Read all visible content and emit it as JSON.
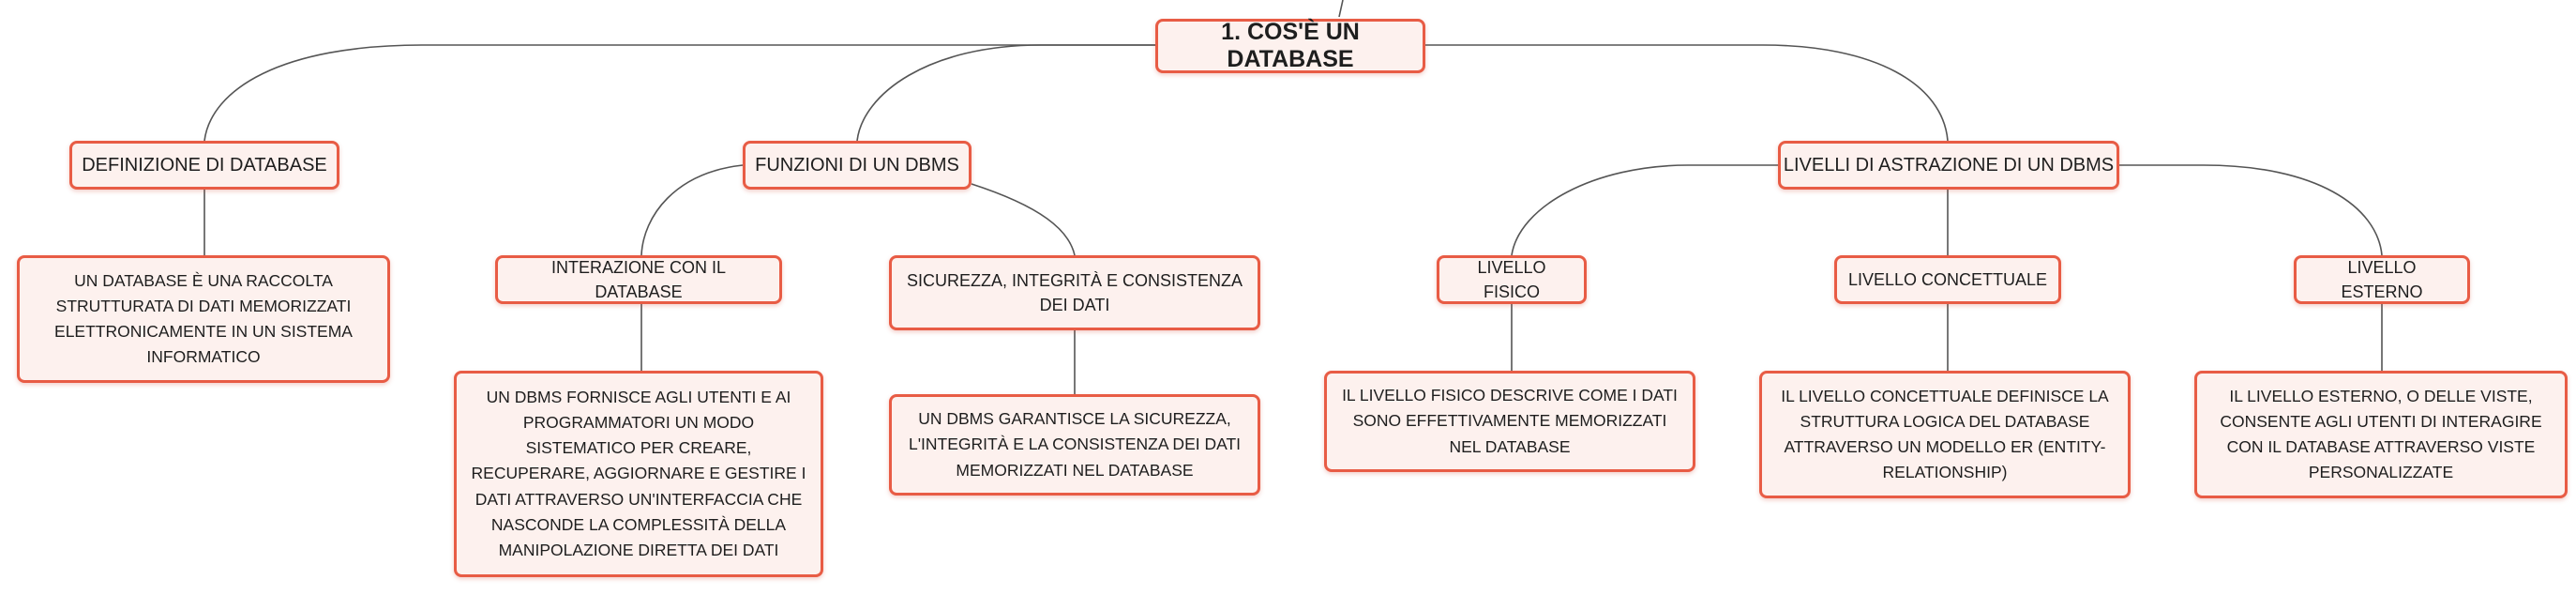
{
  "colors": {
    "border": "#e85c45",
    "fill": "#fdf1ee",
    "edge": "#555555",
    "text": "#1e1e1e"
  },
  "root": "1. COS'È UN DATABASE",
  "topics": {
    "definizione": {
      "label": "DEFINIZIONE DI DATABASE",
      "text": "UN DATABASE È UNA RACCOLTA STRUTTURATA DI DATI MEMORIZZATI ELETTRONICAMENTE IN UN SISTEMA INFORMATICO"
    },
    "funzioni": {
      "label": "FUNZIONI DI UN DBMS",
      "interazione": {
        "label": "INTERAZIONE CON IL DATABASE",
        "text": "UN DBMS FORNISCE AGLI UTENTI E AI PROGRAMMATORI UN MODO SISTEMATICO PER CREARE, RECUPERARE, AGGIORNARE E GESTIRE I DATI ATTRAVERSO UN'INTERFACCIA CHE NASCONDE LA COMPLESSITÀ DELLA MANIPOLAZIONE DIRETTA DEI DATI"
      },
      "sicurezza": {
        "label": "SICUREZZA, INTEGRITÀ E CONSISTENZA DEI DATI",
        "text": "UN DBMS GARANTISCE LA SICUREZZA, L'INTEGRITÀ E LA CONSISTENZA DEI DATI MEMORIZZATI NEL DATABASE"
      }
    },
    "livelli": {
      "label": "LIVELLI DI ASTRAZIONE DI UN DBMS",
      "fisico": {
        "label": "LIVELLO FISICO",
        "text": "IL LIVELLO FISICO DESCRIVE COME I DATI SONO EFFETTIVAMENTE MEMORIZZATI NEL DATABASE"
      },
      "concettuale": {
        "label": "LIVELLO CONCETTUALE",
        "text": "IL LIVELLO CONCETTUALE DEFINISCE LA STRUTTURA LOGICA DEL DATABASE ATTRAVERSO UN MODELLO ER (ENTITY-RELATIONSHIP)"
      },
      "esterno": {
        "label": "LIVELLO ESTERNO",
        "text": "IL LIVELLO ESTERNO, O DELLE VISTE, CONSENTE AGLI UTENTI DI INTERAGIRE CON IL DATABASE ATTRAVERSO VISTE PERSONALIZZATE"
      }
    }
  }
}
